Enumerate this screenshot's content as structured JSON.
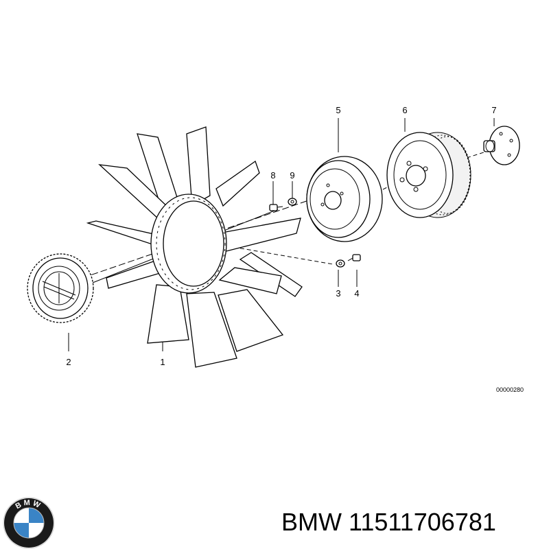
{
  "diagram": {
    "callouts": [
      {
        "num": "1"
      },
      {
        "num": "2"
      },
      {
        "num": "3"
      },
      {
        "num": "4"
      },
      {
        "num": "5"
      },
      {
        "num": "6"
      },
      {
        "num": "7"
      },
      {
        "num": "8"
      },
      {
        "num": "9"
      }
    ],
    "drawing_code": "00000280"
  },
  "logo": {
    "icon": "bmw-roundel-icon",
    "letters": "BMW",
    "colors": {
      "blue": "#3a84c6",
      "white": "#ffffff",
      "ring": "#1a1a1a"
    }
  },
  "caption": {
    "brand": "BMW",
    "part_number": "11511706781"
  }
}
